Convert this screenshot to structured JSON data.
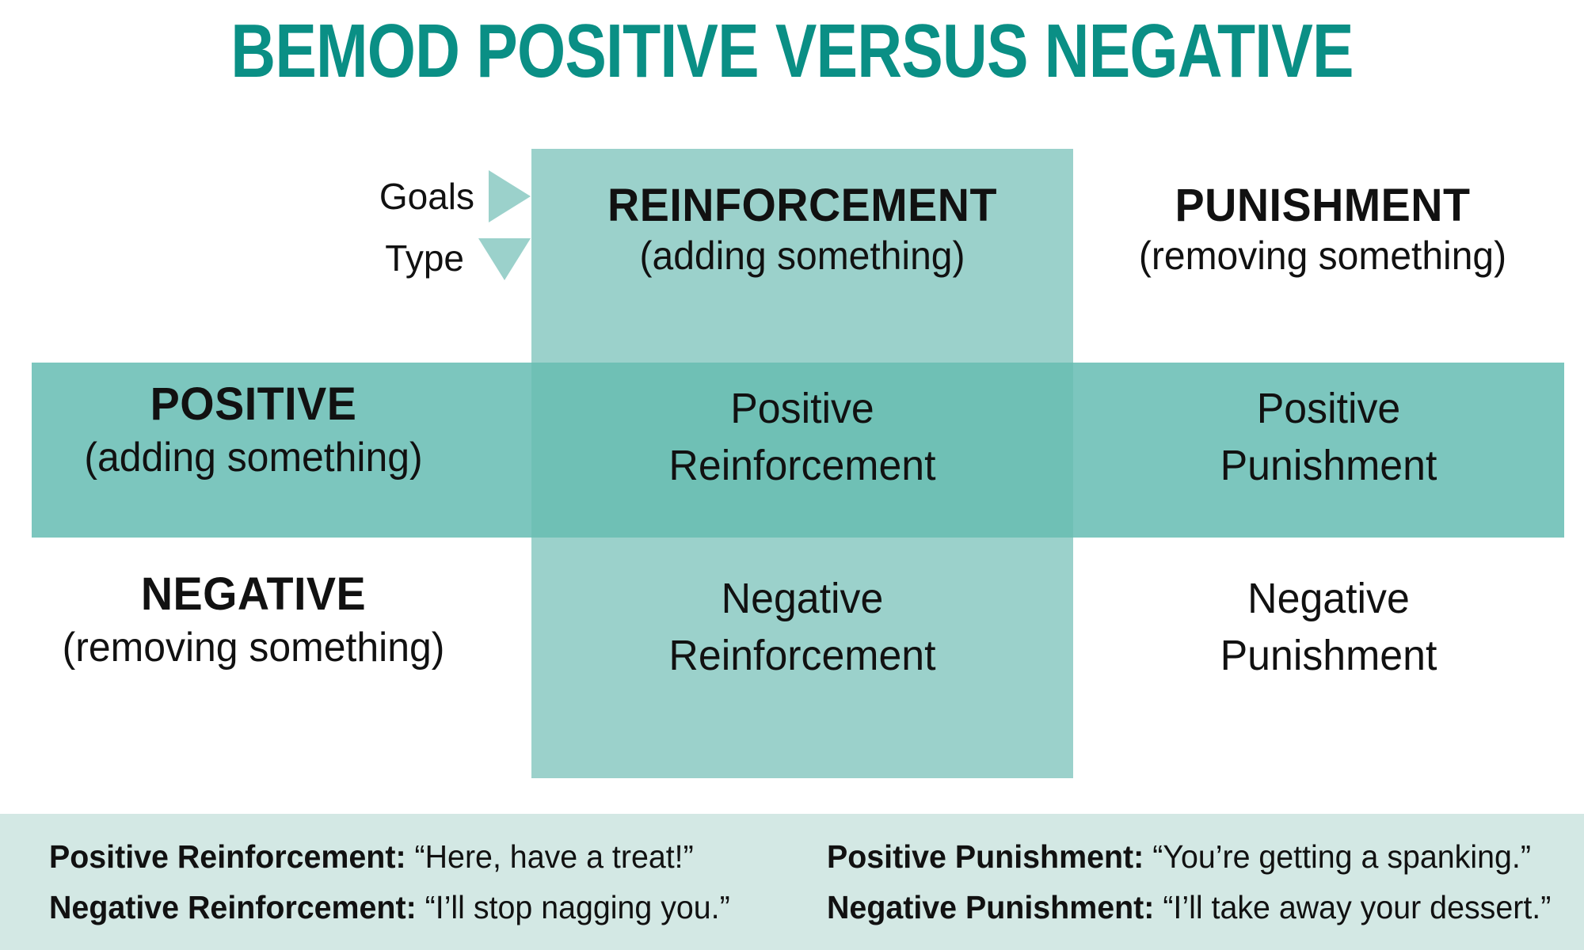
{
  "title": "BEMOD POSITIVE VERSUS NEGATIVE",
  "colors": {
    "title_teal": "#0A8F85",
    "column_band": "#9BD1CB",
    "row_band": "#7CC6BE",
    "overlap_cell": "#6FC0B5",
    "footer_background": "#D3E8E4",
    "text": "#111111",
    "page_background": "#FFFFFF"
  },
  "axis": {
    "goals_label": "Goals",
    "type_label": "Type",
    "goals_arrow_icon": "triangle-right-icon",
    "type_arrow_icon": "triangle-down-icon"
  },
  "columns": [
    {
      "key": "reinforcement",
      "heading": "REINFORCEMENT",
      "sub": "(adding something)"
    },
    {
      "key": "punishment",
      "heading": "PUNISHMENT",
      "sub": "(removing something)"
    }
  ],
  "rows": [
    {
      "key": "positive",
      "heading": "POSITIVE",
      "sub": "(adding something)"
    },
    {
      "key": "negative",
      "heading": "NEGATIVE",
      "sub": "(removing something)"
    }
  ],
  "cells": {
    "positive_reinforcement": {
      "line1": "Positive",
      "line2": "Reinforcement"
    },
    "positive_punishment": {
      "line1": "Positive",
      "line2": "Punishment"
    },
    "negative_reinforcement": {
      "line1": "Negative",
      "line2": "Reinforcement"
    },
    "negative_punishment": {
      "line1": "Negative",
      "line2": "Punishment"
    }
  },
  "footer": {
    "left": [
      {
        "term": "Positive Reinforcement:",
        "quote": "“Here, have a treat!”"
      },
      {
        "term": "Negative Reinforcement:",
        "quote": "“I’ll stop nagging you.”"
      }
    ],
    "right": [
      {
        "term": "Positive Punishment:",
        "quote": "“You’re getting a spanking.”"
      },
      {
        "term": "Negative Punishment:",
        "quote": "“I’ll take away your dessert.”"
      }
    ]
  }
}
